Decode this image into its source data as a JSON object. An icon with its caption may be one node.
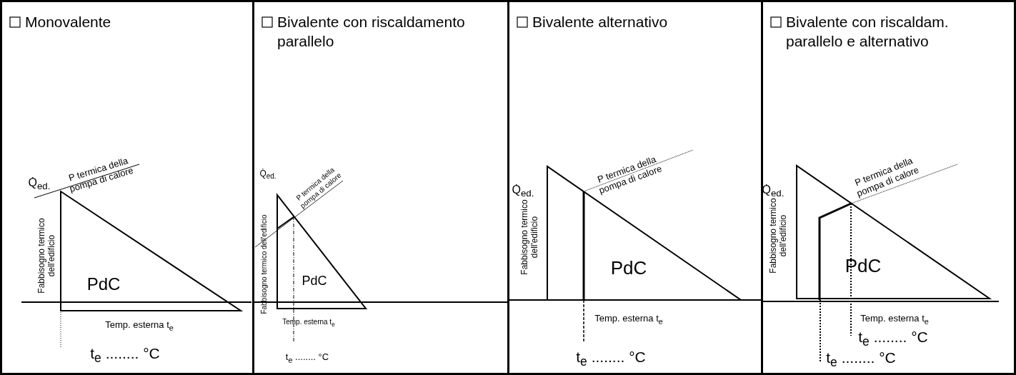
{
  "diagram": {
    "nodes": [
      {
        "text": [
          "Monovalente"
        ]
      },
      {
        "text": [
          "PdC"
        ],
        "in": 0
      },
      {
        "text": [
          "Bivalente con riscaldamento parallelo"
        ]
      },
      {
        "text": [
          "PdC"
        ],
        "in": 2
      },
      {
        "text": [
          "Bivalente alternativo"
        ]
      },
      {
        "text": [
          "PdC"
        ],
        "in": 4
      },
      {
        "text": [
          "Bivalente con riscaldam. parallelo e alternativo"
        ]
      },
      {
        "text": [
          "PdC"
        ],
        "in": 6
      }
    ],
    "edges": [],
    "labels": [
      "Q̇$_{ed.}$",
      "P termica della pompa di calore",
      "Fabbisogno termico dell'edificio",
      "Temp. esterna t$_{e}$",
      "t$_{e}$ ........ °C",
      "Q̇$_{ed.}$",
      "P termica della pompa di calore",
      "Fabbisogno termico dell'edificio",
      "Temp. esterna t$_{e}$",
      "t$_{e}$ ........ °C",
      "Q̇$_{ed.}$",
      "P termica della pompa di calore",
      "Fabbisogno termico dell'edificio",
      "Temp. esterna t$_{e}$",
      "t$_{e}$ ........ °C",
      "Q̇$_{ed.}$",
      "P termica della pompa di calore",
      "Fabbisogno termico dell'edificio",
      "Temp. esterna t$_{e}$",
      "t$_{e}$ ........ °C",
      "t$_{e}$ ........ °C"
    ]
  }
}
